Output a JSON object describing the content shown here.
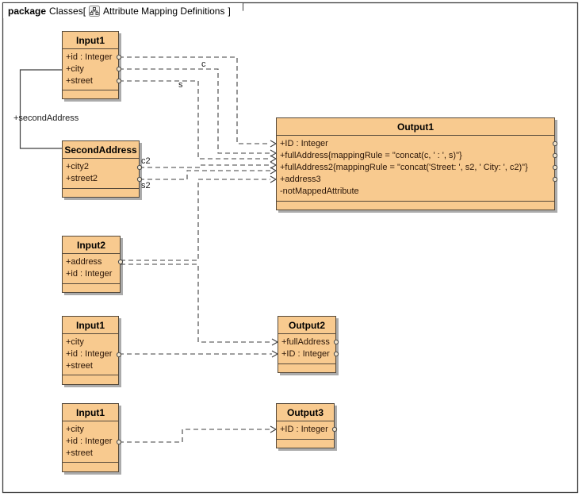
{
  "header": {
    "keyword": "package",
    "context": "Classes[",
    "diagram_title": "Attribute Mapping Definitions",
    "close_bracket": "]"
  },
  "classes": {
    "input1_top": {
      "title": "Input1",
      "attributes": [
        "+id : Integer",
        "+city",
        "+street"
      ]
    },
    "secondaddress": {
      "title": "SecondAddress",
      "attributes": [
        "+city2",
        "+street2"
      ]
    },
    "input2": {
      "title": "Input2",
      "attributes": [
        "+address",
        "+id : Integer"
      ]
    },
    "input1_mid": {
      "title": "Input1",
      "attributes": [
        "+city",
        "+id : Integer",
        "+street"
      ]
    },
    "input1_bot": {
      "title": "Input1",
      "attributes": [
        "+city",
        "+id : Integer",
        "+street"
      ]
    },
    "output1": {
      "title": "Output1",
      "attributes": [
        "+ID : Integer",
        "+fullAddress{mappingRule = \"concat(c, ' : ', s)\"}",
        "+fullAddress2{mappingRule = \"concat('Street: ', s2, ' City: ', c2)\"}",
        "+address3",
        "-notMappedAttribute"
      ]
    },
    "output2": {
      "title": "Output2",
      "attributes": [
        "+fullAddress",
        "+ID : Integer"
      ]
    },
    "output3": {
      "title": "Output3",
      "attributes": [
        "+ID : Integer"
      ]
    }
  },
  "labels": {
    "second_address": "+secondAddress",
    "c": "c",
    "s": "s",
    "c2": "c2",
    "s2": "s2"
  },
  "colors": {
    "class_fill": "#F8CA8F",
    "class_border": "#55493a",
    "line": "#3f3f3f",
    "frame_border": "#3f3f3f",
    "shadow": "#ababab"
  }
}
